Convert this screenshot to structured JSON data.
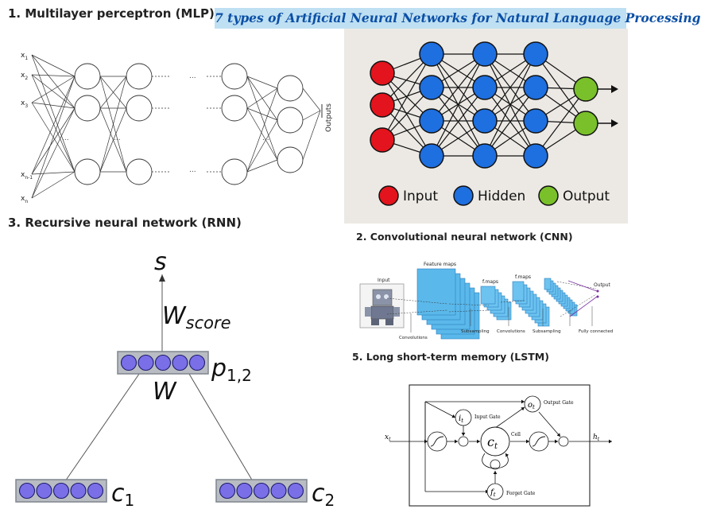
{
  "banner": "7 types of Artificial Neural Networks for Natural Language Processing",
  "mlp": {
    "title": "1. Multilayer perceptron (MLP)",
    "inputs": [
      "x1",
      "x2",
      "x3",
      "xn-1",
      "xn"
    ],
    "input_labels": [
      {
        "base": "x",
        "sub": "1"
      },
      {
        "base": "x",
        "sub": "2"
      },
      {
        "base": "x",
        "sub": "3"
      },
      {
        "base": "x",
        "sub": "n-1"
      },
      {
        "base": "x",
        "sub": "n"
      }
    ],
    "outputs_label": "Outputs",
    "ellipsis": "...",
    "dots": "⋯"
  },
  "colors": {
    "input": "#e3141d",
    "hidden": "#1e6fe0",
    "output": "#79c02a",
    "cnn_panel": "#ece9e4",
    "rnn_node": "#7b6fe8",
    "rnn_frame": "#9aa0a8"
  },
  "cnn_generic": {
    "legend": [
      "Input",
      "Hidden",
      "Output"
    ]
  },
  "rnn": {
    "title": "3. Recursive neural network (RNN)",
    "s": "s",
    "w_score": "W",
    "w_score_sub": "score",
    "w": "W",
    "p": "p",
    "p_sub": "1,2",
    "c1": "c",
    "c1_sub": "1",
    "c2": "c",
    "c2_sub": "2"
  },
  "cnn": {
    "title": "2. Convolutional neural network (CNN)",
    "labels": {
      "input": "Input",
      "feature_maps": "Feature maps",
      "f_maps_1": "f.maps",
      "f_maps_2": "f.maps",
      "output": "Output",
      "convolutions_1": "Convolutions",
      "subsampling_1": "Subsampling",
      "convolutions_2": "Convolutions",
      "subsampling_2": "Subsampling",
      "fully_connected": "Fully connected"
    }
  },
  "lstm": {
    "title": "5. Long short-term memory (LSTM)",
    "xt": "x",
    "xt_sub": "t",
    "ht": "h",
    "ht_sub": "t",
    "it": "i",
    "it_sub": "t",
    "ot": "o",
    "ot_sub": "t",
    "ft": "f",
    "ft_sub": "t",
    "ct": "c",
    "ct_sub": "t",
    "input_gate": "Input Gate",
    "output_gate": "Output Gate",
    "forget_gate": "Forget Gate",
    "cell": "Cell"
  }
}
